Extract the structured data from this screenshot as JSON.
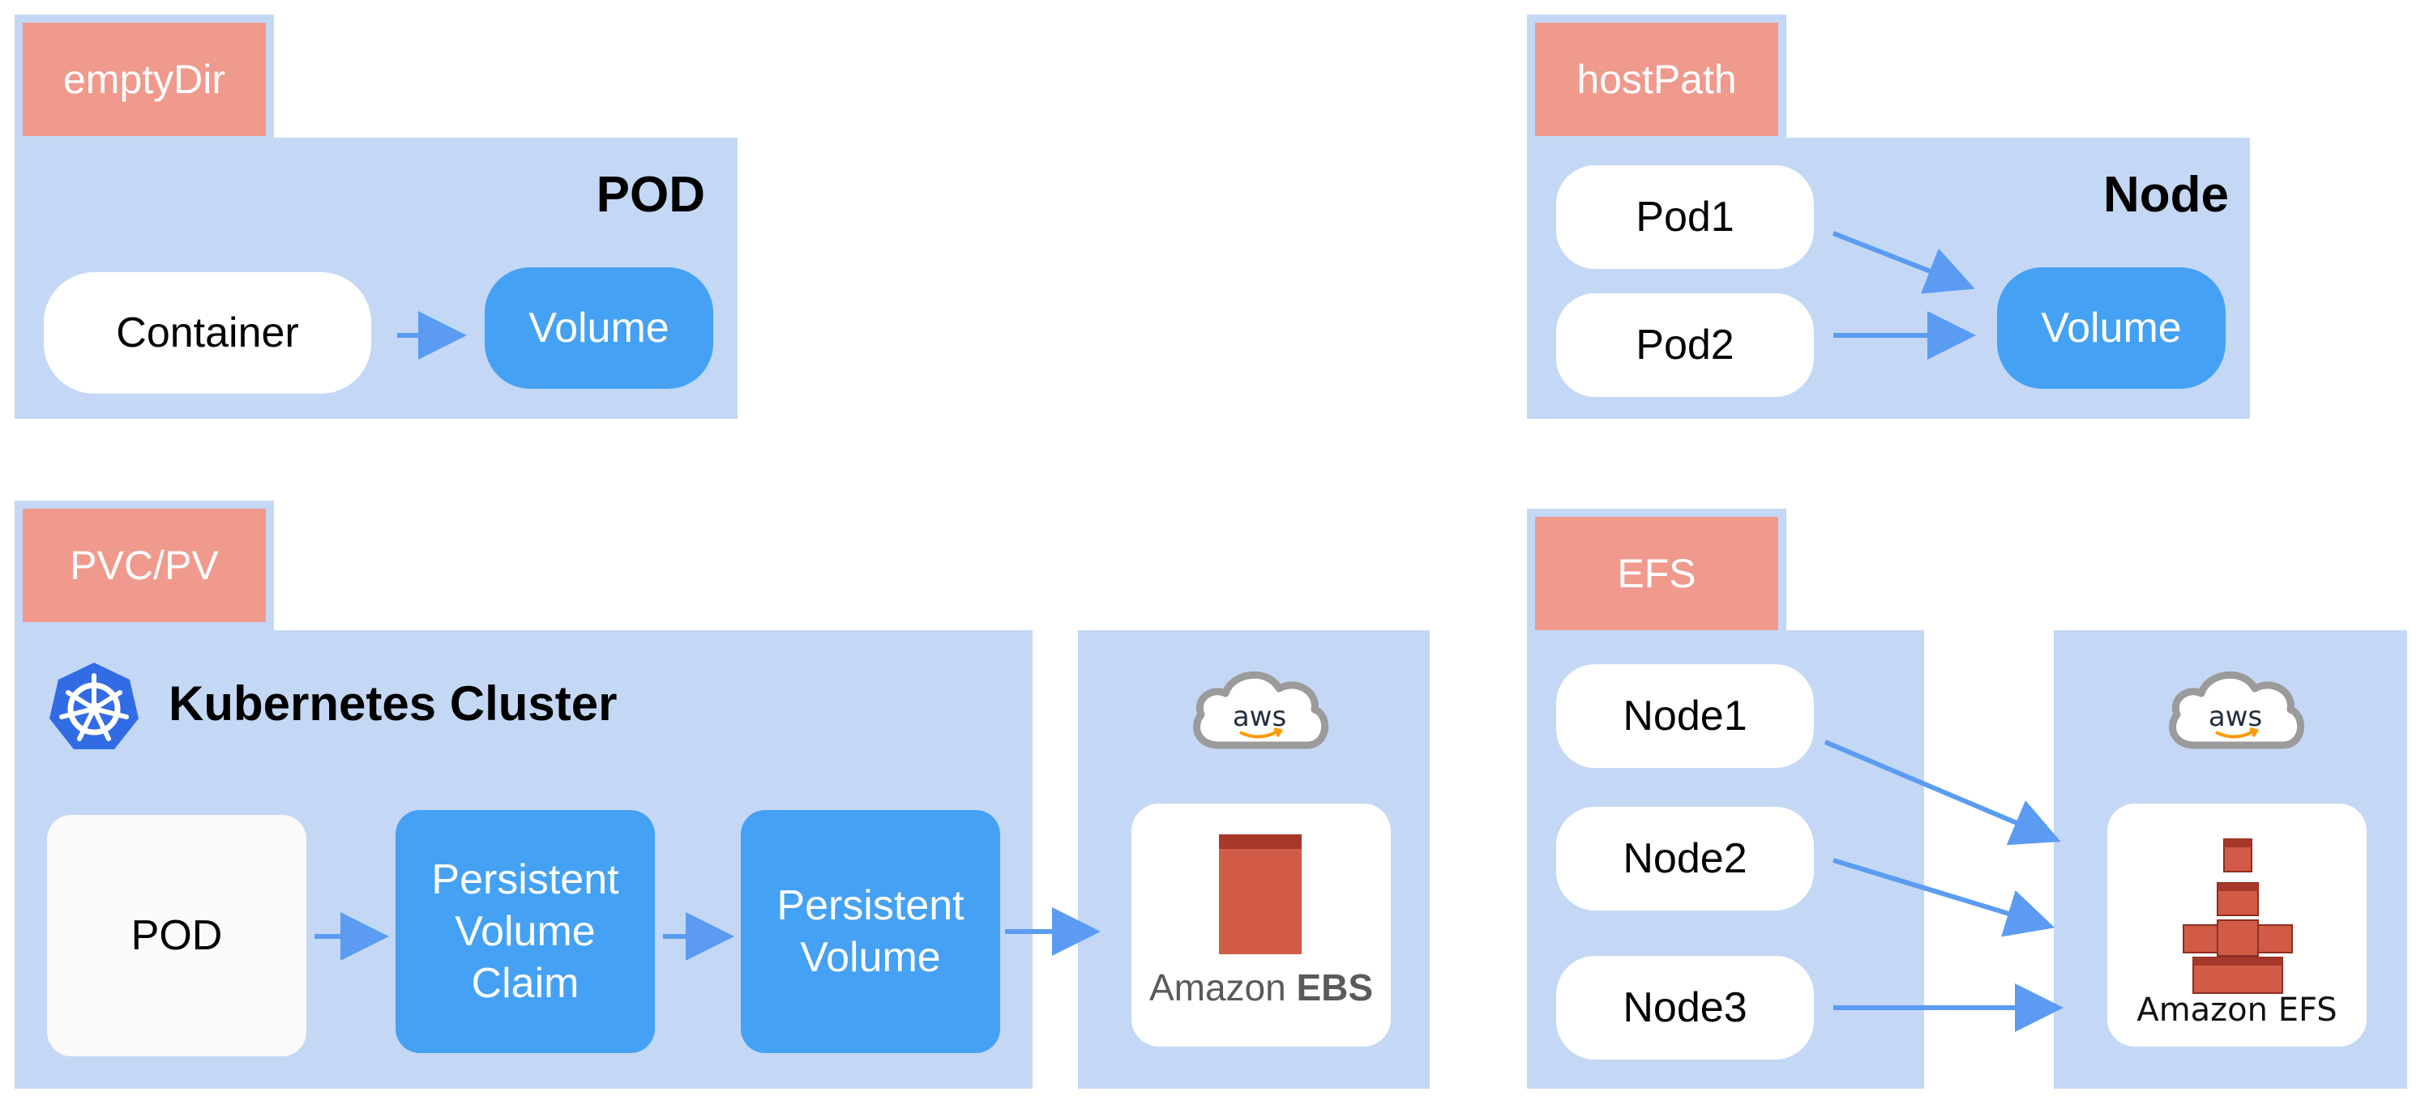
{
  "sections": {
    "emptydir": {
      "tag": "emptyDir",
      "title": "POD",
      "container": "Container",
      "volume": "Volume"
    },
    "hostpath": {
      "tag": "hostPath",
      "title": "Node",
      "pod1": "Pod1",
      "pod2": "Pod2",
      "volume": "Volume"
    },
    "pvcpv": {
      "tag": "PVC/PV",
      "title": "Kubernetes Cluster",
      "pod": "POD",
      "pvc_line1": "Persistent",
      "pvc_line2": "Volume",
      "pvc_line3": "Claim",
      "pv_line1": "Persistent",
      "pv_line2": "Volume",
      "aws_logo": "aws",
      "ebs_brand": "Amazon",
      "ebs_product": "EBS"
    },
    "efs": {
      "tag": "EFS",
      "node1": "Node1",
      "node2": "Node2",
      "node3": "Node3",
      "aws_logo": "aws",
      "efs_label": "Amazon EFS"
    }
  },
  "colors": {
    "panel": "#c4d8f5",
    "tag": "#f0998d",
    "volume_blue": "#45a1f4",
    "arrow_blue": "#5b9cf2",
    "ebs_red": "#d15b47",
    "kube_blue": "#326ce5"
  },
  "icons": [
    "kubernetes-icon",
    "aws-cloud-icon",
    "amazon-ebs-icon",
    "amazon-efs-icon"
  ]
}
